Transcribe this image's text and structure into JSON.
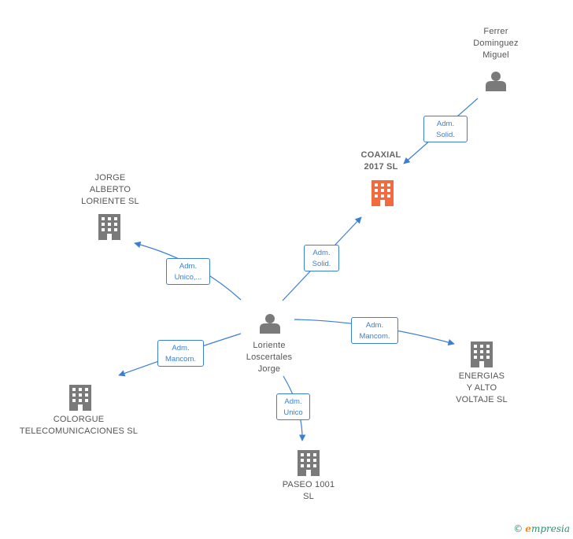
{
  "nodes": {
    "ferrer": {
      "label": "Ferrer\nDominguez\nMiguel",
      "icon": "person-icon"
    },
    "coaxial": {
      "label": "COAXIAL\n2017  SL",
      "icon": "building-icon",
      "color": "#f26a3d"
    },
    "jorge_alberto": {
      "label": "JORGE\nALBERTO\nLORIENTE  SL",
      "icon": "building-icon"
    },
    "loriente": {
      "label": "Loriente\nLoscertales\nJorge",
      "icon": "person-icon"
    },
    "colorgue": {
      "label": "COLORGUE\nTELECOMUNICACIONES SL",
      "icon": "building-icon"
    },
    "paseo": {
      "label": "PASEO 1001\nSL",
      "icon": "building-icon"
    },
    "energias": {
      "label": "ENERGIAS\nY ALTO\nVOLTAJE SL",
      "icon": "building-icon"
    }
  },
  "edges": {
    "ferrer_coaxial": "Adm.\nSolid.",
    "loriente_coaxial": "Adm.\nSolid.",
    "loriente_jorge_alberto": "Adm.\nUnico,...",
    "loriente_colorgue": "Adm.\nMancom.",
    "loriente_paseo": "Adm.\nUnico",
    "loriente_energias": "Adm.\nMancom."
  },
  "colors": {
    "edge": "#3a7fd5",
    "icon": "#7a7a7a",
    "highlight": "#f26a3d"
  },
  "brand": {
    "copyright": "©",
    "initial": "e",
    "name": "mpresia"
  }
}
